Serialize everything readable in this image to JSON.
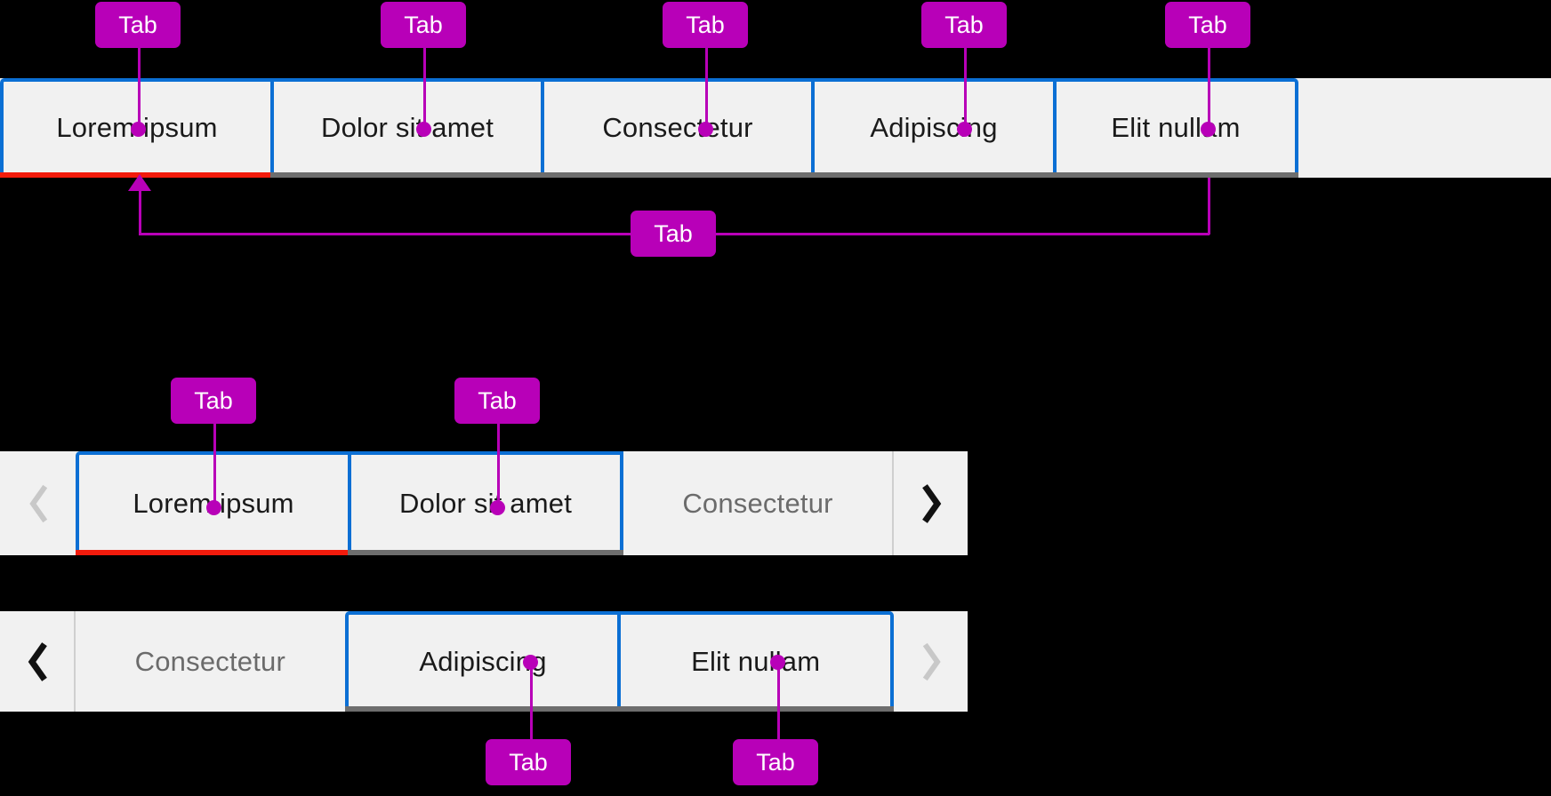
{
  "meta": {
    "accent_blue": "#0b6fd4",
    "active_underline": "#f21b0c",
    "idle_underline": "#6e6e6e",
    "bar_background": "#f1f1f1",
    "annotation_color": "#b800b8",
    "page_background": "#000000"
  },
  "annotation": {
    "label": "Tab"
  },
  "top_bar": {
    "name": "full-width-tab-bar",
    "tabs": [
      {
        "label": "Lorem ipsum",
        "state": "active",
        "bordered": true,
        "underline": "active"
      },
      {
        "label": "Dolor sit amet",
        "state": "inactive",
        "bordered": true,
        "underline": "idle"
      },
      {
        "label": "Consectetur",
        "state": "inactive",
        "bordered": true,
        "underline": "idle"
      },
      {
        "label": "Adipiscing",
        "state": "inactive",
        "bordered": true,
        "underline": "idle"
      },
      {
        "label": "Elit nullam",
        "state": "inactive",
        "bordered": true,
        "underline": "idle"
      }
    ]
  },
  "scroll_bar_first": {
    "name": "scrollable-tab-bar-start",
    "prev_arrow": {
      "icon": "chevron-left-icon",
      "enabled": false
    },
    "next_arrow": {
      "icon": "chevron-right-icon",
      "enabled": true
    },
    "tabs": [
      {
        "label": "Lorem ipsum",
        "state": "active",
        "bordered": true,
        "underline": "active"
      },
      {
        "label": "Dolor sit amet",
        "state": "inactive",
        "bordered": true,
        "underline": "idle"
      },
      {
        "label": "Consectetur",
        "state": "clipped",
        "bordered": false,
        "underline": "none"
      }
    ]
  },
  "scroll_bar_second": {
    "name": "scrollable-tab-bar-end",
    "prev_arrow": {
      "icon": "chevron-left-icon",
      "enabled": true
    },
    "next_arrow": {
      "icon": "chevron-right-icon",
      "enabled": false
    },
    "tabs": [
      {
        "label": "Consectetur",
        "state": "clipped",
        "bordered": false,
        "underline": "none"
      },
      {
        "label": "Adipiscing",
        "state": "inactive",
        "bordered": true,
        "underline": "idle"
      },
      {
        "label": "Elit nullam",
        "state": "inactive",
        "bordered": true,
        "underline": "idle"
      }
    ]
  },
  "callouts": [
    {
      "id": "c1",
      "label": "Tab",
      "target": "top_bar.tabs.0"
    },
    {
      "id": "c2",
      "label": "Tab",
      "target": "top_bar.tabs.1"
    },
    {
      "id": "c3",
      "label": "Tab",
      "target": "top_bar.tabs.2"
    },
    {
      "id": "c4",
      "label": "Tab",
      "target": "top_bar.tabs.3"
    },
    {
      "id": "c5",
      "label": "Tab",
      "target": "top_bar.tabs.4"
    },
    {
      "id": "c6",
      "label": "Tab",
      "target": "top_bar"
    },
    {
      "id": "c7",
      "label": "Tab",
      "target": "scroll_bar_first.tabs.0"
    },
    {
      "id": "c8",
      "label": "Tab",
      "target": "scroll_bar_first.tabs.1"
    },
    {
      "id": "c9",
      "label": "Tab",
      "target": "scroll_bar_second.tabs.1"
    },
    {
      "id": "c10",
      "label": "Tab",
      "target": "scroll_bar_second.tabs.2"
    }
  ]
}
